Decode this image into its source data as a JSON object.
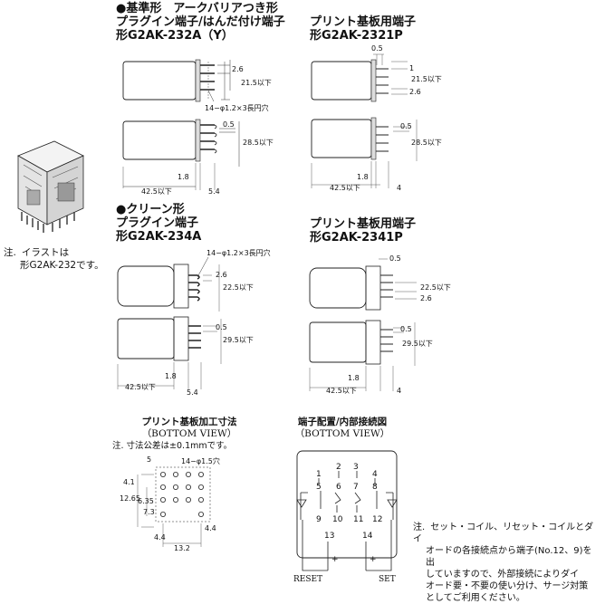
{
  "sections": {
    "standard": {
      "bullet": "●",
      "line1": "基準形　アークバリアつき形",
      "line2": "プラグイン端子/はんだ付け端子",
      "model": "形G2AK-232A（Y）"
    },
    "standard_pcb": {
      "line1": "プリント基板用端子",
      "model": "形G2AK-2321P"
    },
    "clean": {
      "bullet": "●",
      "line1": "クリーン形",
      "line2": "プラグイン端子",
      "model": "形G2AK-234A"
    },
    "clean_pcb": {
      "line1": "プリント基板用端子",
      "model": "形G2AK-2341P"
    }
  },
  "side_note": {
    "mark": "注.",
    "line1": "イラストは",
    "line2": "形G2AK-232です。"
  },
  "dims": {
    "d26": "2.6",
    "d215": "21.5以下",
    "holes": "14−φ1.2×3長円穴",
    "d05": "0.5",
    "d285": "28.5以下",
    "d18": "1.8",
    "d425": "42.5以下",
    "d54": "5.4",
    "d1": "1",
    "d4": "4",
    "d225": "22.5以下",
    "d295": "29.5以下"
  },
  "pcb_panel": {
    "title": "プリント基板加工寸法",
    "subtitle": "（BOTTOM VIEW）",
    "note": "注. 寸法公差は±0.1mmです。",
    "d5": "5",
    "holes": "14−φ1.5穴",
    "d41": "4.1",
    "d1265": "12.65",
    "d635": "6.35",
    "d73": "7.3",
    "d44": "4.4",
    "d132": "13.2"
  },
  "terminal_panel": {
    "title": "端子配置/内部接続図",
    "subtitle": "（BOTTOM VIEW）",
    "pins": [
      "1",
      "2",
      "3",
      "4",
      "5",
      "6",
      "7",
      "8",
      "9",
      "10",
      "11",
      "12",
      "13",
      "14"
    ],
    "reset": "RESET",
    "set": "SET",
    "plus": "+"
  },
  "bottom_note": {
    "mark": "注.",
    "lines": [
      "セット・コイル、リセット・コイルとダイ",
      "オードの各接続点から端子(No.12、9)を出",
      "していますので、外部接続によりダイ",
      "オード要・不要の使い分け、サージ対策",
      "としてご利用ください。"
    ]
  }
}
